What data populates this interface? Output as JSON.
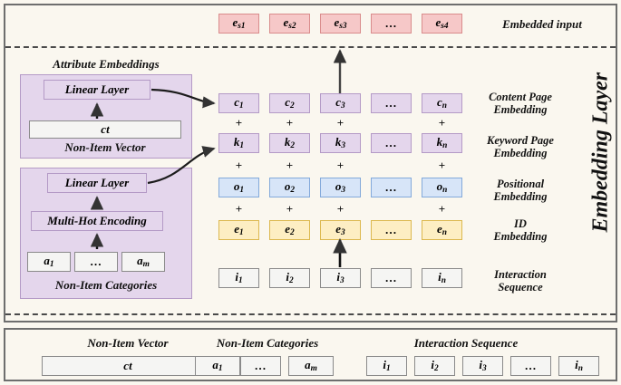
{
  "diagram": {
    "vertical_label": "Embedding Layer",
    "top_row": {
      "label": "Embedded input",
      "cells": [
        {
          "base": "e",
          "sub": "s1"
        },
        {
          "base": "e",
          "sub": "s2"
        },
        {
          "base": "e",
          "sub": "s3"
        },
        {
          "base": "…",
          "sub": ""
        },
        {
          "base": "e",
          "sub": "s4"
        }
      ]
    },
    "attribute_embeddings": {
      "title": "Attribute Embeddings",
      "group_top": {
        "linear_layer": "Linear Layer",
        "vector_value": "ct",
        "caption": "Non-Item Vector"
      },
      "group_bottom": {
        "linear_layer": "Linear Layer",
        "encoding": "Multi-Hot Encoding",
        "caption": "Non-Item Categories",
        "cells": [
          {
            "base": "a",
            "sub": "1"
          },
          {
            "base": "…",
            "sub": ""
          },
          {
            "base": "a",
            "sub": "m"
          }
        ]
      }
    },
    "rows": [
      {
        "name": "content-page-embedding",
        "style": "bx-purple",
        "label": "Content Page\nEmbedding",
        "cells": [
          {
            "base": "c",
            "sub": "1"
          },
          {
            "base": "c",
            "sub": "2"
          },
          {
            "base": "c",
            "sub": "3"
          },
          {
            "base": "…",
            "sub": ""
          },
          {
            "base": "c",
            "sub": "n"
          }
        ]
      },
      {
        "name": "keyword-page-embedding",
        "style": "bx-purple",
        "label": "Keyword Page\nEmbedding",
        "cells": [
          {
            "base": "k",
            "sub": "1"
          },
          {
            "base": "k",
            "sub": "2"
          },
          {
            "base": "k",
            "sub": "3"
          },
          {
            "base": "…",
            "sub": ""
          },
          {
            "base": "k",
            "sub": "n"
          }
        ]
      },
      {
        "name": "positional-embedding",
        "style": "bx-blue",
        "label": "Positional\nEmbedding",
        "cells": [
          {
            "base": "o",
            "sub": "1"
          },
          {
            "base": "o",
            "sub": "2"
          },
          {
            "base": "o",
            "sub": "3"
          },
          {
            "base": "…",
            "sub": ""
          },
          {
            "base": "o",
            "sub": "n"
          }
        ]
      },
      {
        "name": "id-embedding",
        "style": "bx-yellow",
        "label": "ID\nEmbedding",
        "cells": [
          {
            "base": "e",
            "sub": "1"
          },
          {
            "base": "e",
            "sub": "2"
          },
          {
            "base": "e",
            "sub": "3"
          },
          {
            "base": "…",
            "sub": ""
          },
          {
            "base": "e",
            "sub": "n"
          }
        ]
      },
      {
        "name": "interaction-sequence",
        "style": "bx-grey",
        "label": "Interaction\nSequence",
        "cells": [
          {
            "base": "i",
            "sub": "1"
          },
          {
            "base": "i",
            "sub": "2"
          },
          {
            "base": "i",
            "sub": "3"
          },
          {
            "base": "…",
            "sub": ""
          },
          {
            "base": "i",
            "sub": "n"
          }
        ]
      }
    ],
    "plus_symbol": "+",
    "bottom_panel": {
      "groups": [
        {
          "name": "non-item-vector",
          "title": "Non-Item Vector",
          "cells": [
            {
              "base": "ct",
              "sub": ""
            }
          ]
        },
        {
          "name": "non-item-categories",
          "title": "Non-Item Categories",
          "cells": [
            {
              "base": "a",
              "sub": "1"
            },
            {
              "base": "…",
              "sub": ""
            },
            {
              "base": "a",
              "sub": "m"
            }
          ]
        },
        {
          "name": "interaction-sequence",
          "title": "Interaction Sequence",
          "cells": [
            {
              "base": "i",
              "sub": "1"
            },
            {
              "base": "i",
              "sub": "2"
            },
            {
              "base": "i",
              "sub": "3"
            },
            {
              "base": "…",
              "sub": ""
            },
            {
              "base": "i",
              "sub": "n"
            }
          ]
        }
      ]
    },
    "colors": {
      "background": "#faf7ef",
      "pink": "#f6c8c8",
      "purple": "#e4d6ec",
      "blue": "#d7e5f8",
      "yellow": "#fdeec3",
      "grey": "#f5f5f3",
      "frame": "#6e6e6e"
    }
  }
}
